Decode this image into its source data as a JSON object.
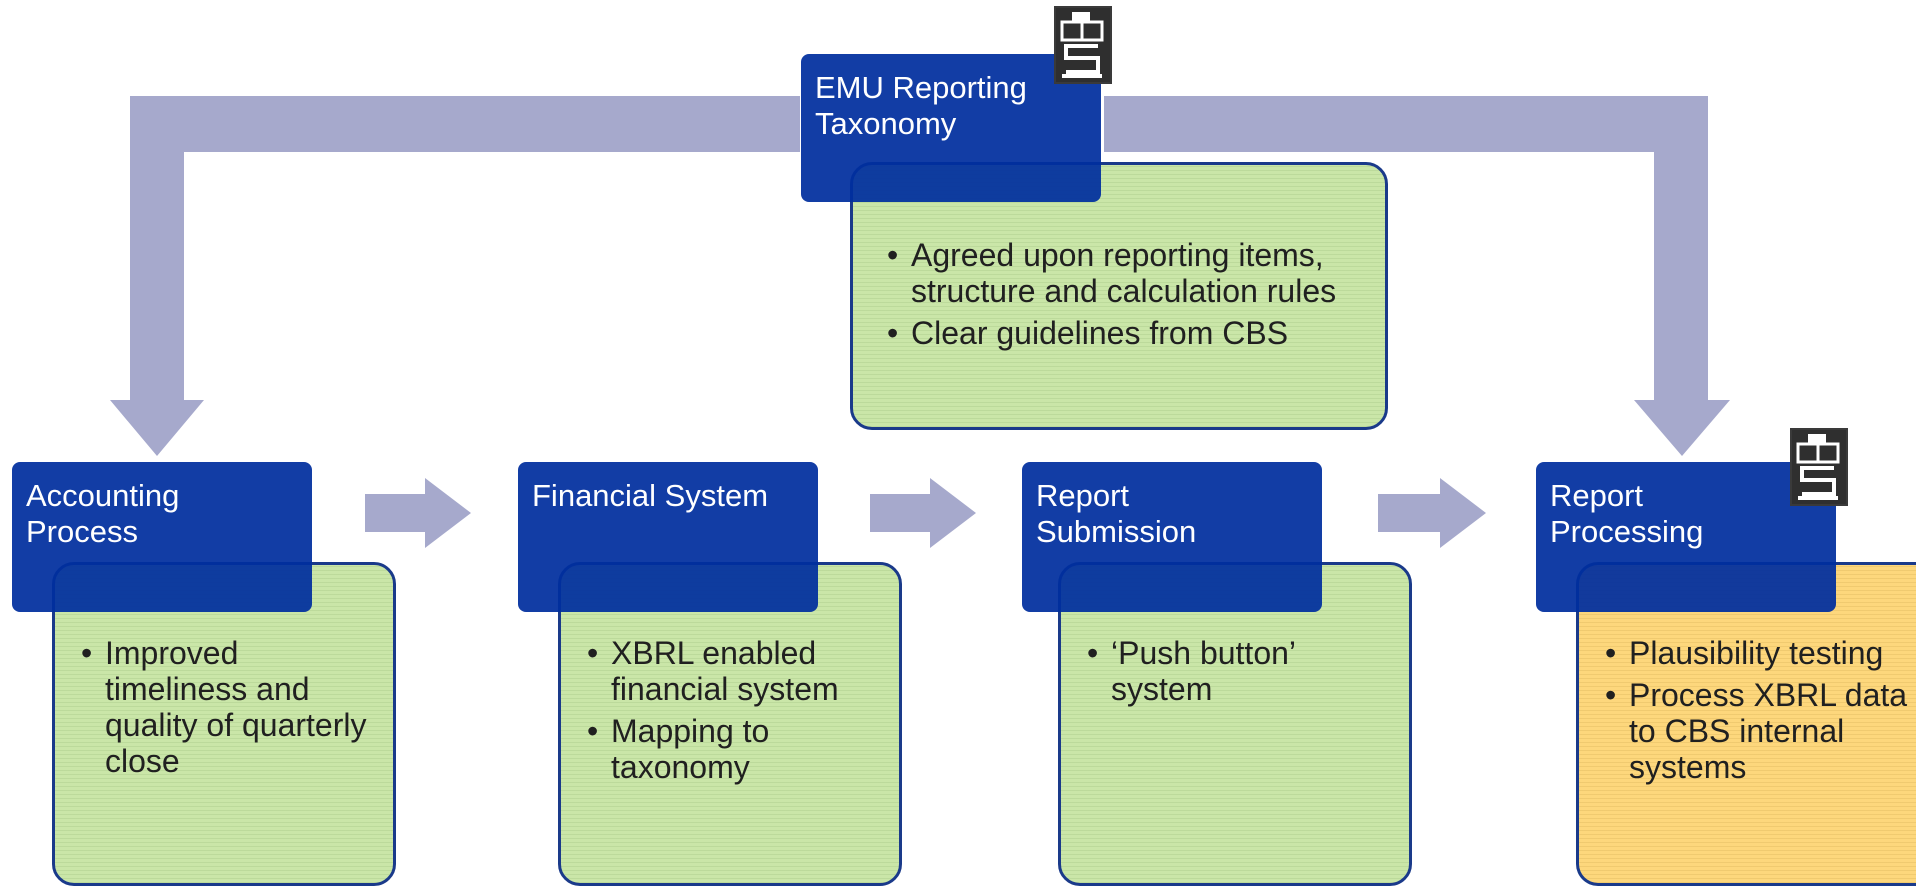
{
  "colors": {
    "header_blue": "#002e9e",
    "box_green": "#cae6a8",
    "box_yellow": "#fdd77c",
    "arrow_lavender": "#a6a9cc",
    "border_navy": "#1a3a8a"
  },
  "taxonomy": {
    "title_line1": "EMU Reporting",
    "title_line2": "Taxonomy",
    "bullets": [
      "Agreed upon reporting items, structure and calculation rules",
      "Clear guidelines from CBS"
    ],
    "icon": "cbs-logo-icon"
  },
  "stages": [
    {
      "title_line1": "Accounting",
      "title_line2": "Process",
      "bullets": [
        "Improved timeliness and quality of quarterly close"
      ]
    },
    {
      "title_line1": "Financial System",
      "title_line2": "",
      "bullets": [
        "XBRL enabled financial system",
        "Mapping to taxonomy"
      ]
    },
    {
      "title_line1": "Report",
      "title_line2": "Submission",
      "bullets": [
        "‘Push button’ system"
      ]
    },
    {
      "title_line1": "Report",
      "title_line2": "Processing",
      "bullets": [
        "Plausibility testing",
        "Process XBRL data to CBS internal systems"
      ],
      "icon": "cbs-logo-icon"
    }
  ],
  "bullet_char": "•"
}
